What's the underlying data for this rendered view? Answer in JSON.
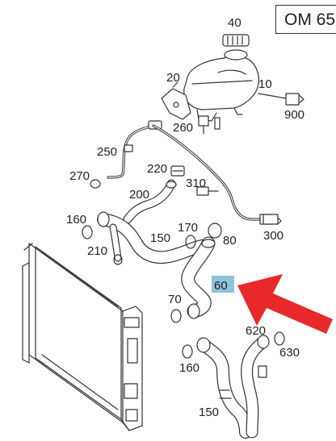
{
  "engine_code": "OM 65",
  "parts": {
    "p40": "40",
    "p20": "20",
    "p10": "10",
    "p260": "260",
    "p900": "900",
    "p250": "250",
    "p270": "270",
    "p220": "220",
    "p310": "310",
    "p200": "200",
    "p160a": "160",
    "p170": "170",
    "p150a": "150",
    "p80": "80",
    "p300": "300",
    "p210": "210",
    "p60": "60",
    "p70": "70",
    "p620": "620",
    "p630": "630",
    "p160b": "160",
    "p150b": "150"
  },
  "highlight": {
    "part": "60",
    "arrow_color": "#e8282a",
    "box_color": "#8fc3dc"
  }
}
